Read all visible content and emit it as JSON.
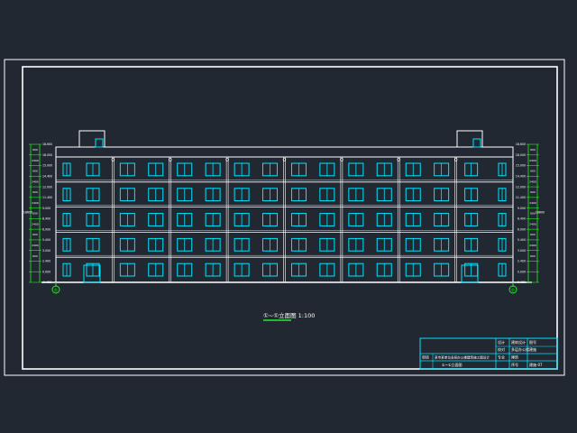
{
  "drawing": {
    "title": "①~①立面图 1:100",
    "axis_left": "①",
    "axis_right": "①",
    "floors": 5,
    "bays": 8
  },
  "elevations": {
    "left": [
      "18.600",
      "18.000",
      "15.000",
      "14.400",
      "12.000",
      "11.400",
      "9.000",
      "8.400",
      "6.000",
      "5.400",
      "3.000",
      "2.400",
      "0.000",
      "-0.450"
    ],
    "right": [
      "18.600",
      "18.000",
      "15.000",
      "14.400",
      "12.000",
      "11.400",
      "9.000",
      "8.400",
      "6.000",
      "5.400",
      "3.000",
      "2.400",
      "0.000",
      "-0.450"
    ]
  },
  "dims": {
    "left": [
      "600",
      "2400",
      "600",
      "2400",
      "600",
      "2400",
      "600",
      "2400",
      "600",
      "2400",
      "600"
    ],
    "right": [
      "600",
      "2400",
      "600",
      "2400",
      "600",
      "2400",
      "600",
      "2400",
      "600",
      "2400",
      "600"
    ],
    "total_left": "18600",
    "total_right": "18600"
  },
  "title_block": {
    "r1": [
      "设计",
      "建筑设计",
      "图号"
    ],
    "r2": [
      "校对",
      "多层办公楼",
      "建施"
    ],
    "r3": [
      "审核",
      "某市某单位多层办公楼建筑施工图设计",
      "专业",
      "建筑"
    ],
    "r4": [
      "①~①立面图",
      "序号",
      "建施-07"
    ]
  },
  "colors": {
    "background": "#222831",
    "frame": "#ffffff",
    "window": "#00e5ff",
    "dimension": "#22ee22",
    "title_block": "#00e5ff"
  }
}
